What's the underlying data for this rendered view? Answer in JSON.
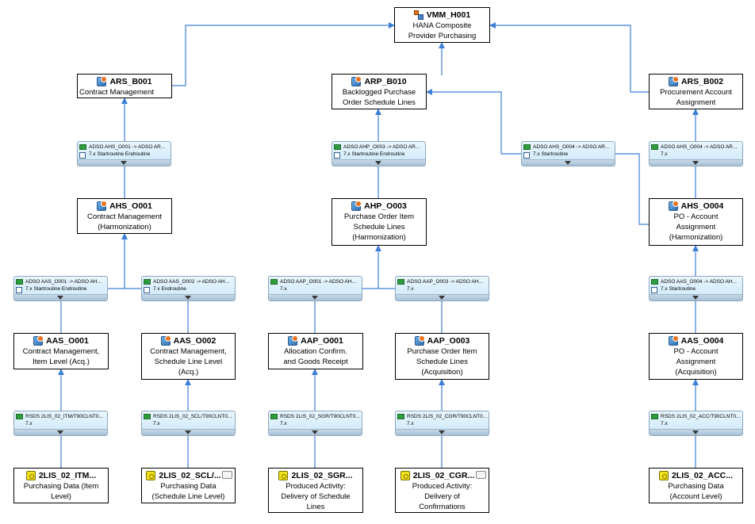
{
  "composite": {
    "name": "VMM_H001",
    "desc": "HANA Composite\nProvider Purchasing"
  },
  "nodes": {
    "ars_b001": {
      "name": "ARS_B001",
      "desc": "Contract Management"
    },
    "arp_b010": {
      "name": "ARP_B010",
      "desc": "Backlogged Purchase\nOrder Schedule Lines"
    },
    "ars_b002": {
      "name": "ARS_B002",
      "desc": "Procurement Account\nAssignment"
    },
    "ahs_o001": {
      "name": "AHS_O001",
      "desc": "Contract Management\n(Harmonization)"
    },
    "ahp_o003": {
      "name": "AHP_O003",
      "desc": "Purchase Order Item\nSchedule Lines\n(Harmonization)"
    },
    "ahs_o004": {
      "name": "AHS_O004",
      "desc": "PO - Account\nAssignment\n(Harmonization)"
    },
    "aas_o001": {
      "name": "AAS_O001",
      "desc": "Contract Management,\nItem Level (Acq.)"
    },
    "aas_o002": {
      "name": "AAS_O002",
      "desc": "Contract Management,\nSchedule Line Level\n(Acq.)"
    },
    "aap_o001": {
      "name": "AAP_O001",
      "desc": "Allocation Confirm.\nand Goods Receipt"
    },
    "aap_o003": {
      "name": "AAP_O003",
      "desc": "Purchase Order Item\nSchedule Lines\n(Acquisition)"
    },
    "aas_o004": {
      "name": "AAS_O004",
      "desc": "PO - Account\nAssignment\n(Acquisition)"
    },
    "ds_itm": {
      "name": "2LIS_02_ITM...",
      "desc": "Purchasing Data (Item\nLevel)"
    },
    "ds_scl": {
      "name": "2LIS_02_SCL/...",
      "desc": "Purchasing Data\n(Schedule Line Level)"
    },
    "ds_sgr": {
      "name": "2LIS_02_SGR...",
      "desc": "Produced Activity:\nDelivery of Schedule\nLines"
    },
    "ds_cgr": {
      "name": "2LIS_02_CGR...",
      "desc": "Produced Activity:\nDelivery of\nConfirmations"
    },
    "ds_acc": {
      "name": "2LIS_02_ACC...",
      "desc": "Purchasing Data\n(Account Level)"
    }
  },
  "transformations": {
    "t_ahs_o001": {
      "line1": "ADSO AHS_O001 -> ADSO AR...",
      "line2": "7.x Startroutine  Endroutine"
    },
    "t_ahp_o003": {
      "line1": "ADSO AHP_O003 -> ADSO AR...",
      "line2": "7.x Startroutine  Endroutine"
    },
    "t_ahs_o004_a": {
      "line1": "ADSO AHS_O004 -> ADSO AR...",
      "line2": "7.x Startroutine"
    },
    "t_ahs_o004_b": {
      "line1": "ADSO AHS_O004 -> ADSO AR...",
      "line2": "7.x"
    },
    "t_aas_o001": {
      "line1": "ADSO AAS_O001 -> ADSO AH...",
      "line2": "7.x Startroutine  Endroutine"
    },
    "t_aas_o002": {
      "line1": "ADSO AAS_O002 -> ADSO AH...",
      "line2": "7.x Endroutine"
    },
    "t_aap_o001": {
      "line1": "ADSO AAP_O001 -> ADSO AH...",
      "line2": "7.x"
    },
    "t_aap_o003": {
      "line1": "ADSO AAP_O003 -> ADSO AH...",
      "line2": "7.x"
    },
    "t_aas_o004": {
      "line1": "ADSO AAS_O004 -> ADSO AH...",
      "line2": "7.x Startroutine"
    },
    "t_itm": {
      "line1": "RSDS 2LIS_02_ITM/T90CLNT0...",
      "line2": "7.x"
    },
    "t_scl": {
      "line1": "RSDS 2LIS_02_SCL/T90CLNT0...",
      "line2": "7.x"
    },
    "t_sgr": {
      "line1": "RSDS 2LIS_02_SGR/T90CLNT0...",
      "line2": "7.x"
    },
    "t_cgr": {
      "line1": "RSDS 2LIS_02_CGR/T90CLNT0...",
      "line2": "7.x"
    },
    "t_acc": {
      "line1": "RSDS 2LIS_02_ACC/T90CLNT0...",
      "line2": "7.x"
    }
  },
  "colors": {
    "connector": "#3d7fd6",
    "node_border": "#000000",
    "transform_fill": "#d5ecfa"
  },
  "icons": {
    "composite": "composite-provider-icon",
    "adso": "adso-cube-icon",
    "datasource": "datasource-icon",
    "transformation": "transformation-icon",
    "comment": "comment-icon"
  }
}
